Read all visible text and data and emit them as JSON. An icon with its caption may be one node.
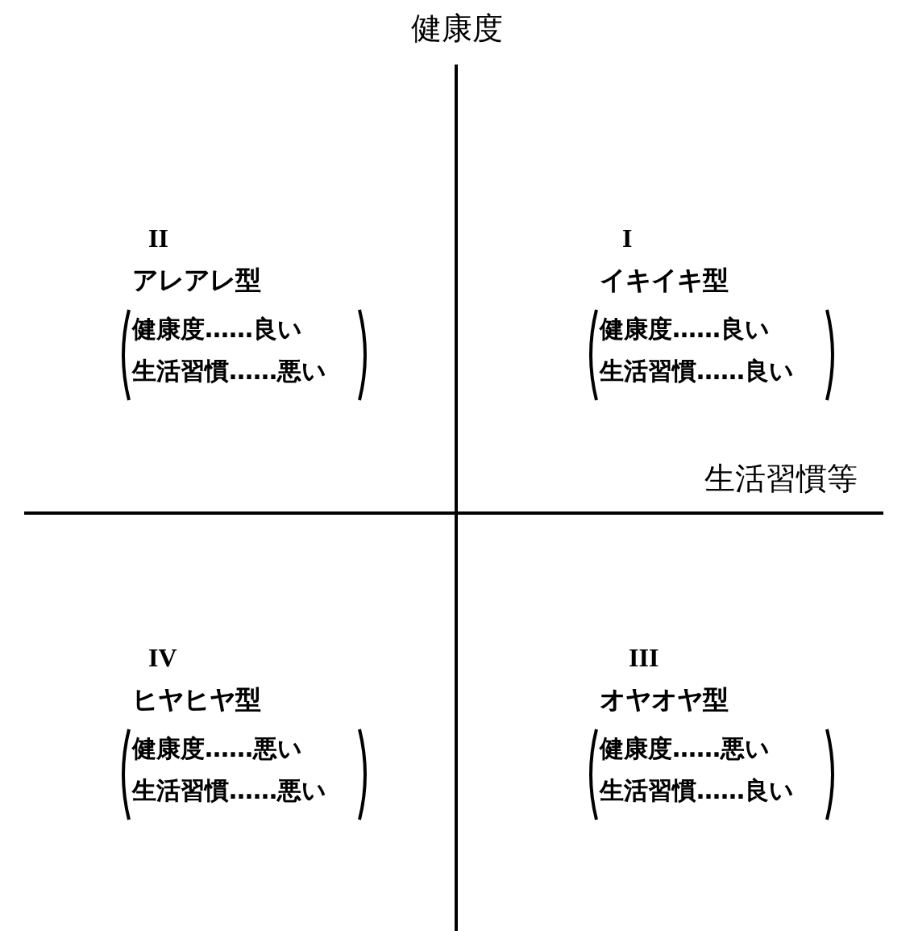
{
  "diagram": {
    "labels": [
      "健康度",
      "II",
      "I",
      "アレアレ型",
      "イキイキ型",
      "健康度……良い",
      "健康度……良い",
      "生活習慣……悪い",
      "生活習慣……良い",
      "生活習慣等",
      "IV",
      "III",
      "ヒヤヒヤ型",
      "オヤオヤ型",
      "健康度……悪い",
      "健康度……悪い",
      "生活習慣……悪い",
      "生活習慣……良い"
    ]
  }
}
